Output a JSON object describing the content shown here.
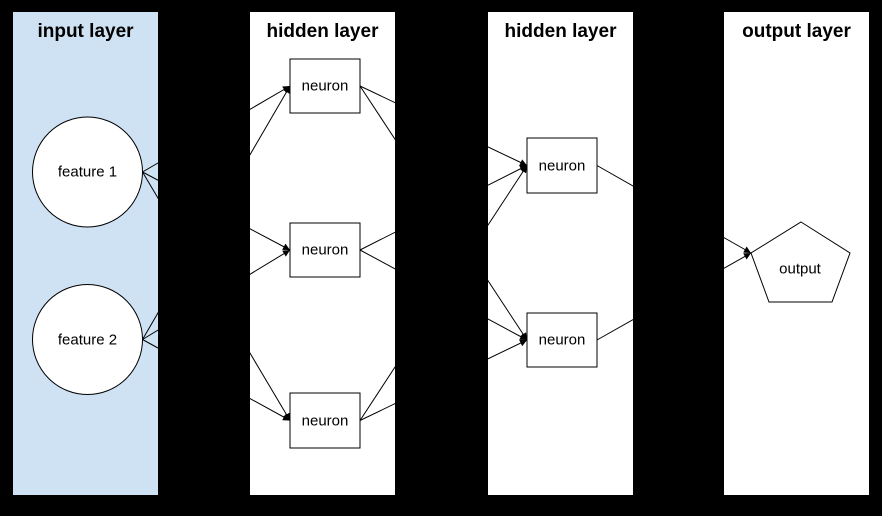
{
  "colors": {
    "background": "#000000",
    "input_panel": "#cfe2f3",
    "hidden_panel": "#ffffff",
    "output_panel": "#ffffff",
    "node_fill": "#ffffff",
    "stroke": "#000000",
    "text": "#000000"
  },
  "layers": [
    {
      "id": "input",
      "title": "input layer",
      "nodes": [
        {
          "id": "feature1",
          "label": "feature 1",
          "shape": "circle"
        },
        {
          "id": "feature2",
          "label": "feature 2",
          "shape": "circle"
        }
      ]
    },
    {
      "id": "hidden1",
      "title": "hidden layer",
      "nodes": [
        {
          "id": "h1n1",
          "label": "neuron",
          "shape": "rect"
        },
        {
          "id": "h1n2",
          "label": "neuron",
          "shape": "rect"
        },
        {
          "id": "h1n3",
          "label": "neuron",
          "shape": "rect"
        }
      ]
    },
    {
      "id": "hidden2",
      "title": "hidden layer",
      "nodes": [
        {
          "id": "h2n1",
          "label": "neuron",
          "shape": "rect"
        },
        {
          "id": "h2n2",
          "label": "neuron",
          "shape": "rect"
        }
      ]
    },
    {
      "id": "output",
      "title": "output layer",
      "nodes": [
        {
          "id": "out1",
          "label": "output",
          "shape": "pentagon"
        }
      ]
    }
  ],
  "connections": [
    {
      "from": "feature1",
      "to": "h1n1"
    },
    {
      "from": "feature1",
      "to": "h1n2"
    },
    {
      "from": "feature1",
      "to": "h1n3"
    },
    {
      "from": "feature2",
      "to": "h1n1"
    },
    {
      "from": "feature2",
      "to": "h1n2"
    },
    {
      "from": "feature2",
      "to": "h1n3"
    },
    {
      "from": "h1n1",
      "to": "h2n1"
    },
    {
      "from": "h1n1",
      "to": "h2n2"
    },
    {
      "from": "h1n2",
      "to": "h2n1"
    },
    {
      "from": "h1n2",
      "to": "h2n2"
    },
    {
      "from": "h1n3",
      "to": "h2n1"
    },
    {
      "from": "h1n3",
      "to": "h2n2"
    },
    {
      "from": "h2n1",
      "to": "out1"
    },
    {
      "from": "h2n2",
      "to": "out1"
    }
  ]
}
